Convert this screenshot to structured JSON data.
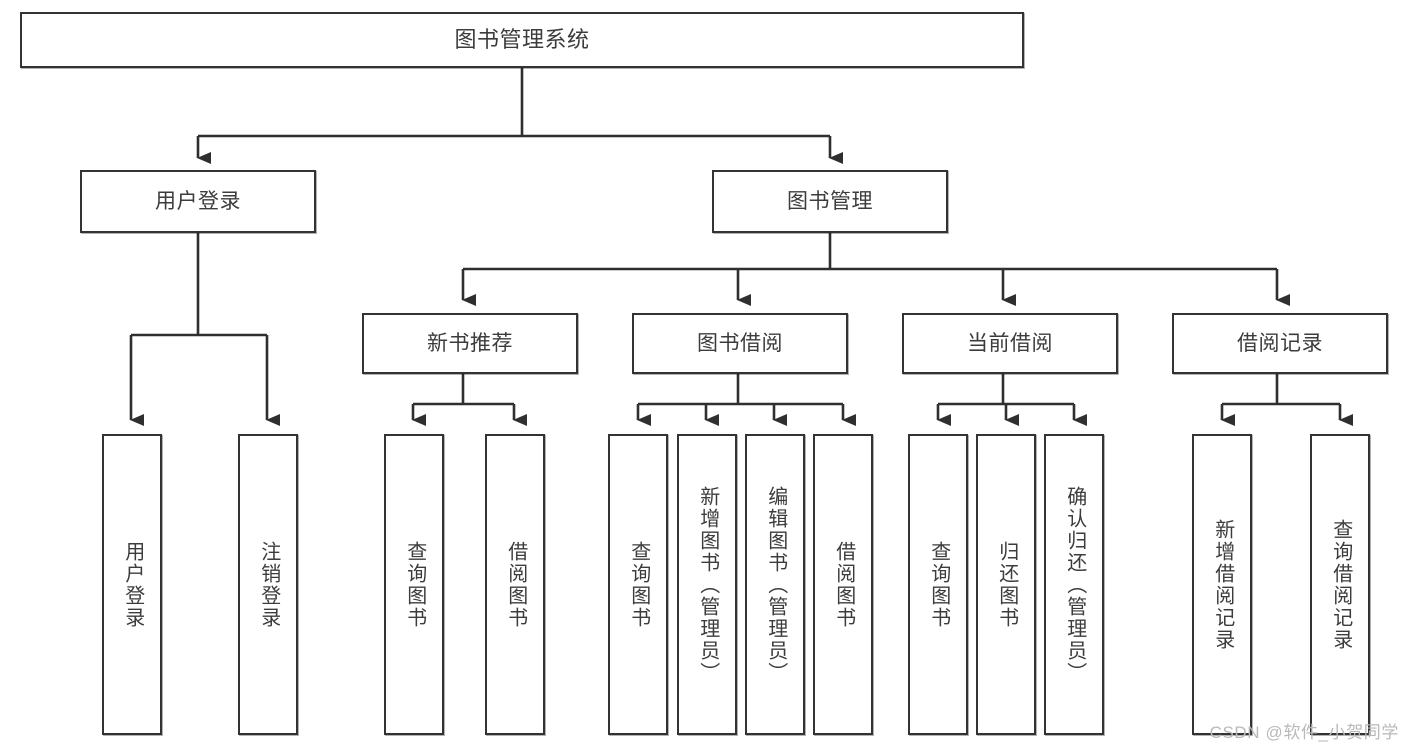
{
  "diagram": {
    "title_node": {
      "label": "图书管理系统"
    },
    "level2": [
      {
        "id": "user-login",
        "label": "用户登录"
      },
      {
        "id": "book-management",
        "label": "图书管理"
      }
    ],
    "level3": [
      {
        "id": "new-book-recommend",
        "label": "新书推荐"
      },
      {
        "id": "book-borrow",
        "label": "图书借阅"
      },
      {
        "id": "current-borrow",
        "label": "当前借阅"
      },
      {
        "id": "borrow-record",
        "label": "借阅记录"
      }
    ],
    "leaves": [
      {
        "id": "leaf-user-login",
        "label": "用户登录"
      },
      {
        "id": "leaf-logout",
        "label": "注销登录"
      },
      {
        "id": "leaf-query-book-1",
        "label": "查询图书"
      },
      {
        "id": "leaf-borrow-book-1",
        "label": "借阅图书"
      },
      {
        "id": "leaf-query-book-2",
        "label": "查询图书"
      },
      {
        "id": "leaf-add-book",
        "label": "新增图书（管理员）"
      },
      {
        "id": "leaf-edit-book",
        "label": "编辑图书（管理员）"
      },
      {
        "id": "leaf-borrow-book-2",
        "label": "借阅图书"
      },
      {
        "id": "leaf-query-book-3",
        "label": "查询图书"
      },
      {
        "id": "leaf-return-book",
        "label": "归还图书"
      },
      {
        "id": "leaf-confirm-return",
        "label": "确认归还（管理员）"
      },
      {
        "id": "leaf-add-record",
        "label": "新增借阅记录"
      },
      {
        "id": "leaf-query-record",
        "label": "查询借阅记录"
      }
    ],
    "watermark": "CSDN @软件_小贺同学",
    "colors": {
      "background": "#ffffff",
      "box_border": "#333333",
      "text": "#3c3c3c",
      "connector": "#2f2f2f",
      "watermark": "#b9b9b9"
    }
  }
}
